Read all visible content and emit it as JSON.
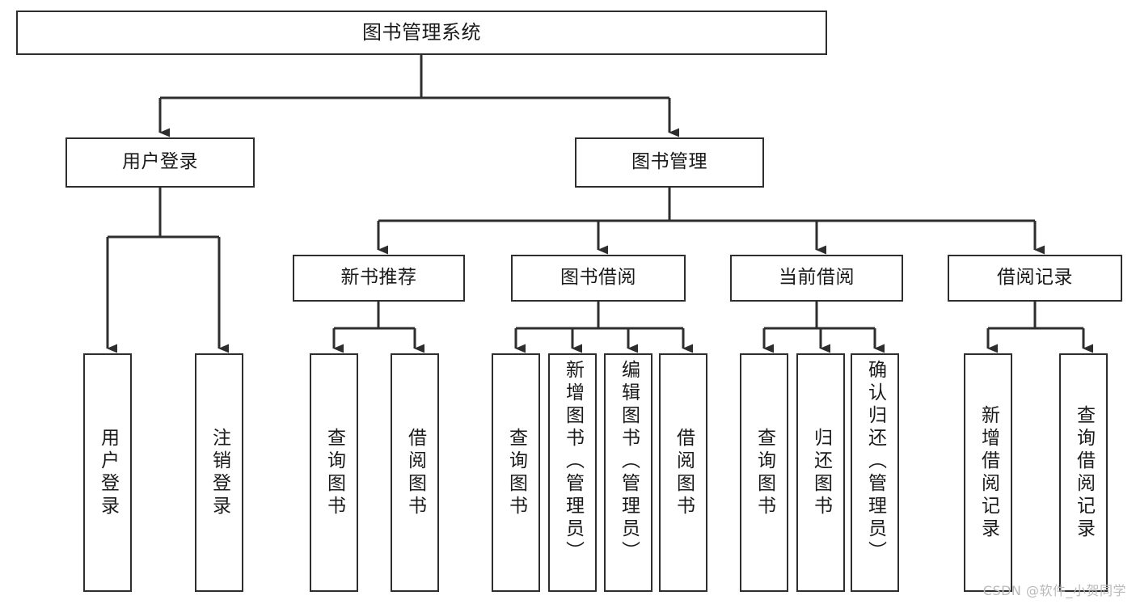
{
  "diagram": {
    "type": "tree",
    "title": "图书管理系统",
    "orientation": "top-down",
    "colors": {
      "box_border": "#2e2e2e",
      "box_fill": "#ffffff",
      "connector": "#2e2e2e",
      "text": "#1a1a1a",
      "watermark": "#b9b9b9"
    },
    "root": {
      "label": "图书管理系统"
    },
    "level2": [
      {
        "label": "用户登录"
      },
      {
        "label": "图书管理"
      }
    ],
    "level3": [
      {
        "label": "新书推荐"
      },
      {
        "label": "图书借阅"
      },
      {
        "label": "当前借阅"
      },
      {
        "label": "借阅记录"
      }
    ],
    "leaves": {
      "user_login": [
        {
          "label": "用户登录"
        },
        {
          "label": "注销登录"
        }
      ],
      "new_book_recommend": [
        {
          "label": "查询图书"
        },
        {
          "label": "借阅图书"
        }
      ],
      "book_borrow": [
        {
          "label": "查询图书"
        },
        {
          "label": "新增图书（管理员）"
        },
        {
          "label": "编辑图书（管理员）"
        },
        {
          "label": "借阅图书"
        }
      ],
      "current_borrow": [
        {
          "label": "查询图书"
        },
        {
          "label": "归还图书"
        },
        {
          "label": "确认归还（管理员）"
        }
      ],
      "borrow_record": [
        {
          "label": "新增借阅记录"
        },
        {
          "label": "查询借阅记录"
        }
      ]
    }
  },
  "watermark": {
    "text": "CSDN @软件_小贺同学"
  }
}
